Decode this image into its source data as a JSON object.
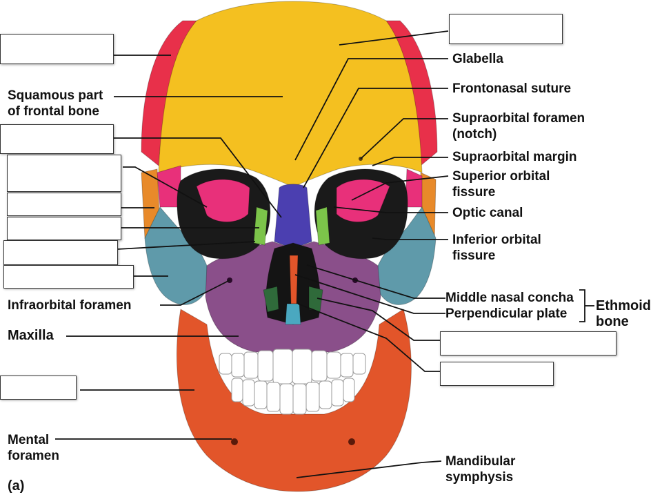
{
  "figure_label": "(a)",
  "labels": {
    "squamous_part": [
      "Squamous part",
      "of frontal bone"
    ],
    "glabella": "Glabella",
    "frontonasal_suture": "Frontonasal suture",
    "supraorbital_foramen": [
      "Supraorbital foramen",
      "(notch)"
    ],
    "supraorbital_margin": "Supraorbital margin",
    "superior_orbital_fissure": [
      "Superior orbital",
      "fissure"
    ],
    "optic_canal": "Optic canal",
    "inferior_orbital_fissure": [
      "Inferior orbital",
      "fissure"
    ],
    "middle_nasal_concha": "Middle nasal concha",
    "perpendicular_plate": "Perpendicular plate",
    "ethmoid_bone": [
      "Ethmoid",
      "bone"
    ],
    "infraorbital_foramen": "Infraorbital foramen",
    "maxilla": "Maxilla",
    "mental_foramen": [
      "Mental",
      "foramen"
    ],
    "mandibular_symphysis": [
      "Mandibular",
      "symphysis"
    ]
  },
  "colors": {
    "frontal": "#f4c020",
    "parietal": "#e8304a",
    "sphenoid": "#e8307a",
    "zygomatic": "#5f9aaa",
    "maxilla": "#8a4f8a",
    "nasal": "#4b3fb0",
    "lacrimal": "#7cc44a",
    "mandible": "#e2552a",
    "vomer": "#4aa8c0",
    "temporal": "#e88a2a",
    "teeth": "#ffffff"
  }
}
